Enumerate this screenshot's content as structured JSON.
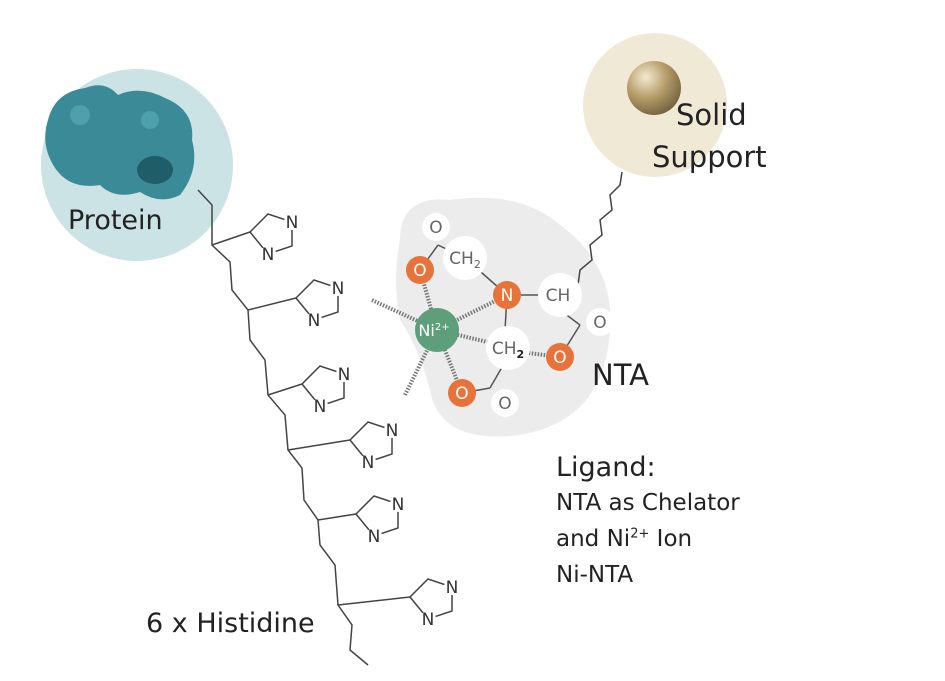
{
  "labels": {
    "protein": "Protein",
    "solid_support_line1": "Solid",
    "solid_support_line2": "Support",
    "nta": "NTA",
    "histidine": "6 x Histidine",
    "ligand_title": "Ligand:",
    "ligand_line1": "NTA as Chelator",
    "ligand_line2_pre": "and Ni",
    "ligand_line2_sup": "2+",
    "ligand_line2_post": " Ion",
    "ligand_line3": "Ni-NTA"
  },
  "atoms": {
    "ni": "Ni",
    "ni_charge": "2+",
    "n": "N",
    "o": "O",
    "ch": "CH",
    "ch2": "CH",
    "sub2": "2"
  },
  "colors": {
    "protein_bg": "#cbe3e4",
    "protein": "#3b8a98",
    "support_bg": "#efe9d6",
    "bead": "#a58e5e",
    "nta_bg": "#ececec",
    "oxygen": "#e8733a",
    "nickel": "#5c9f7a"
  }
}
